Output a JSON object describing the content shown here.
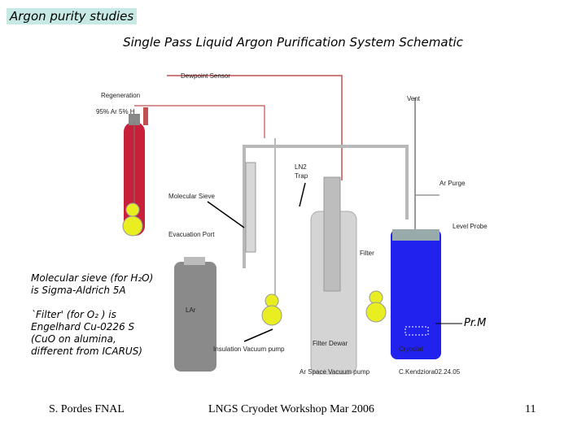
{
  "slide": {
    "tag": "Argon purity studies",
    "title": "Single Pass Liquid Argon Purification System Schematic",
    "notes": {
      "sieve_line1": "Molecular sieve (for H₂O)",
      "sieve_line2": "is Sigma-Aldrich 5A",
      "filter_line1": "`Filter' (for O₂ ) is",
      "filter_line2": "Engelhard Cu-0226 S",
      "filter_line3": "(CuO on alumina,",
      "filter_line4": "different from ICARUS)"
    },
    "prm_label": "Pr.M",
    "footer": {
      "left": "S. Pordes FNAL",
      "center": "LNGS Cryodet Workshop Mar 2006",
      "page": "11"
    }
  },
  "schematic": {
    "labels": {
      "dewpoint": "Dewpoint Sensor",
      "regeneration": "Regeneration",
      "gas_mix": "95% Ar 5% H",
      "vent": "Vent",
      "lnz_trap_1": "LN2",
      "lnz_trap_2": "Trap",
      "molecular_sieve": "Molecular Sieve",
      "ar_purge": "Ar Purge",
      "level_probe": "Level Probe",
      "evacuation_port": "Evacuation Port",
      "filter": "Filter",
      "lar": "LAr",
      "filter_dewar": "Filter Dewar",
      "cryostat": "Cryostat",
      "insulation_pump": "Insulation Vacuum pump",
      "ar_space_pump": "Ar Space Vacuum pump",
      "credit": "C.Kendziora02.24.05"
    },
    "colors": {
      "cylinder_red": "#c8203a",
      "cylinder_grey": "#8a8a8a",
      "pump_yellow": "#e8ee20",
      "cryostat_blue": "#2222ee",
      "line_red": "#c05050",
      "pipe_grey": "#b8b8b8"
    }
  }
}
